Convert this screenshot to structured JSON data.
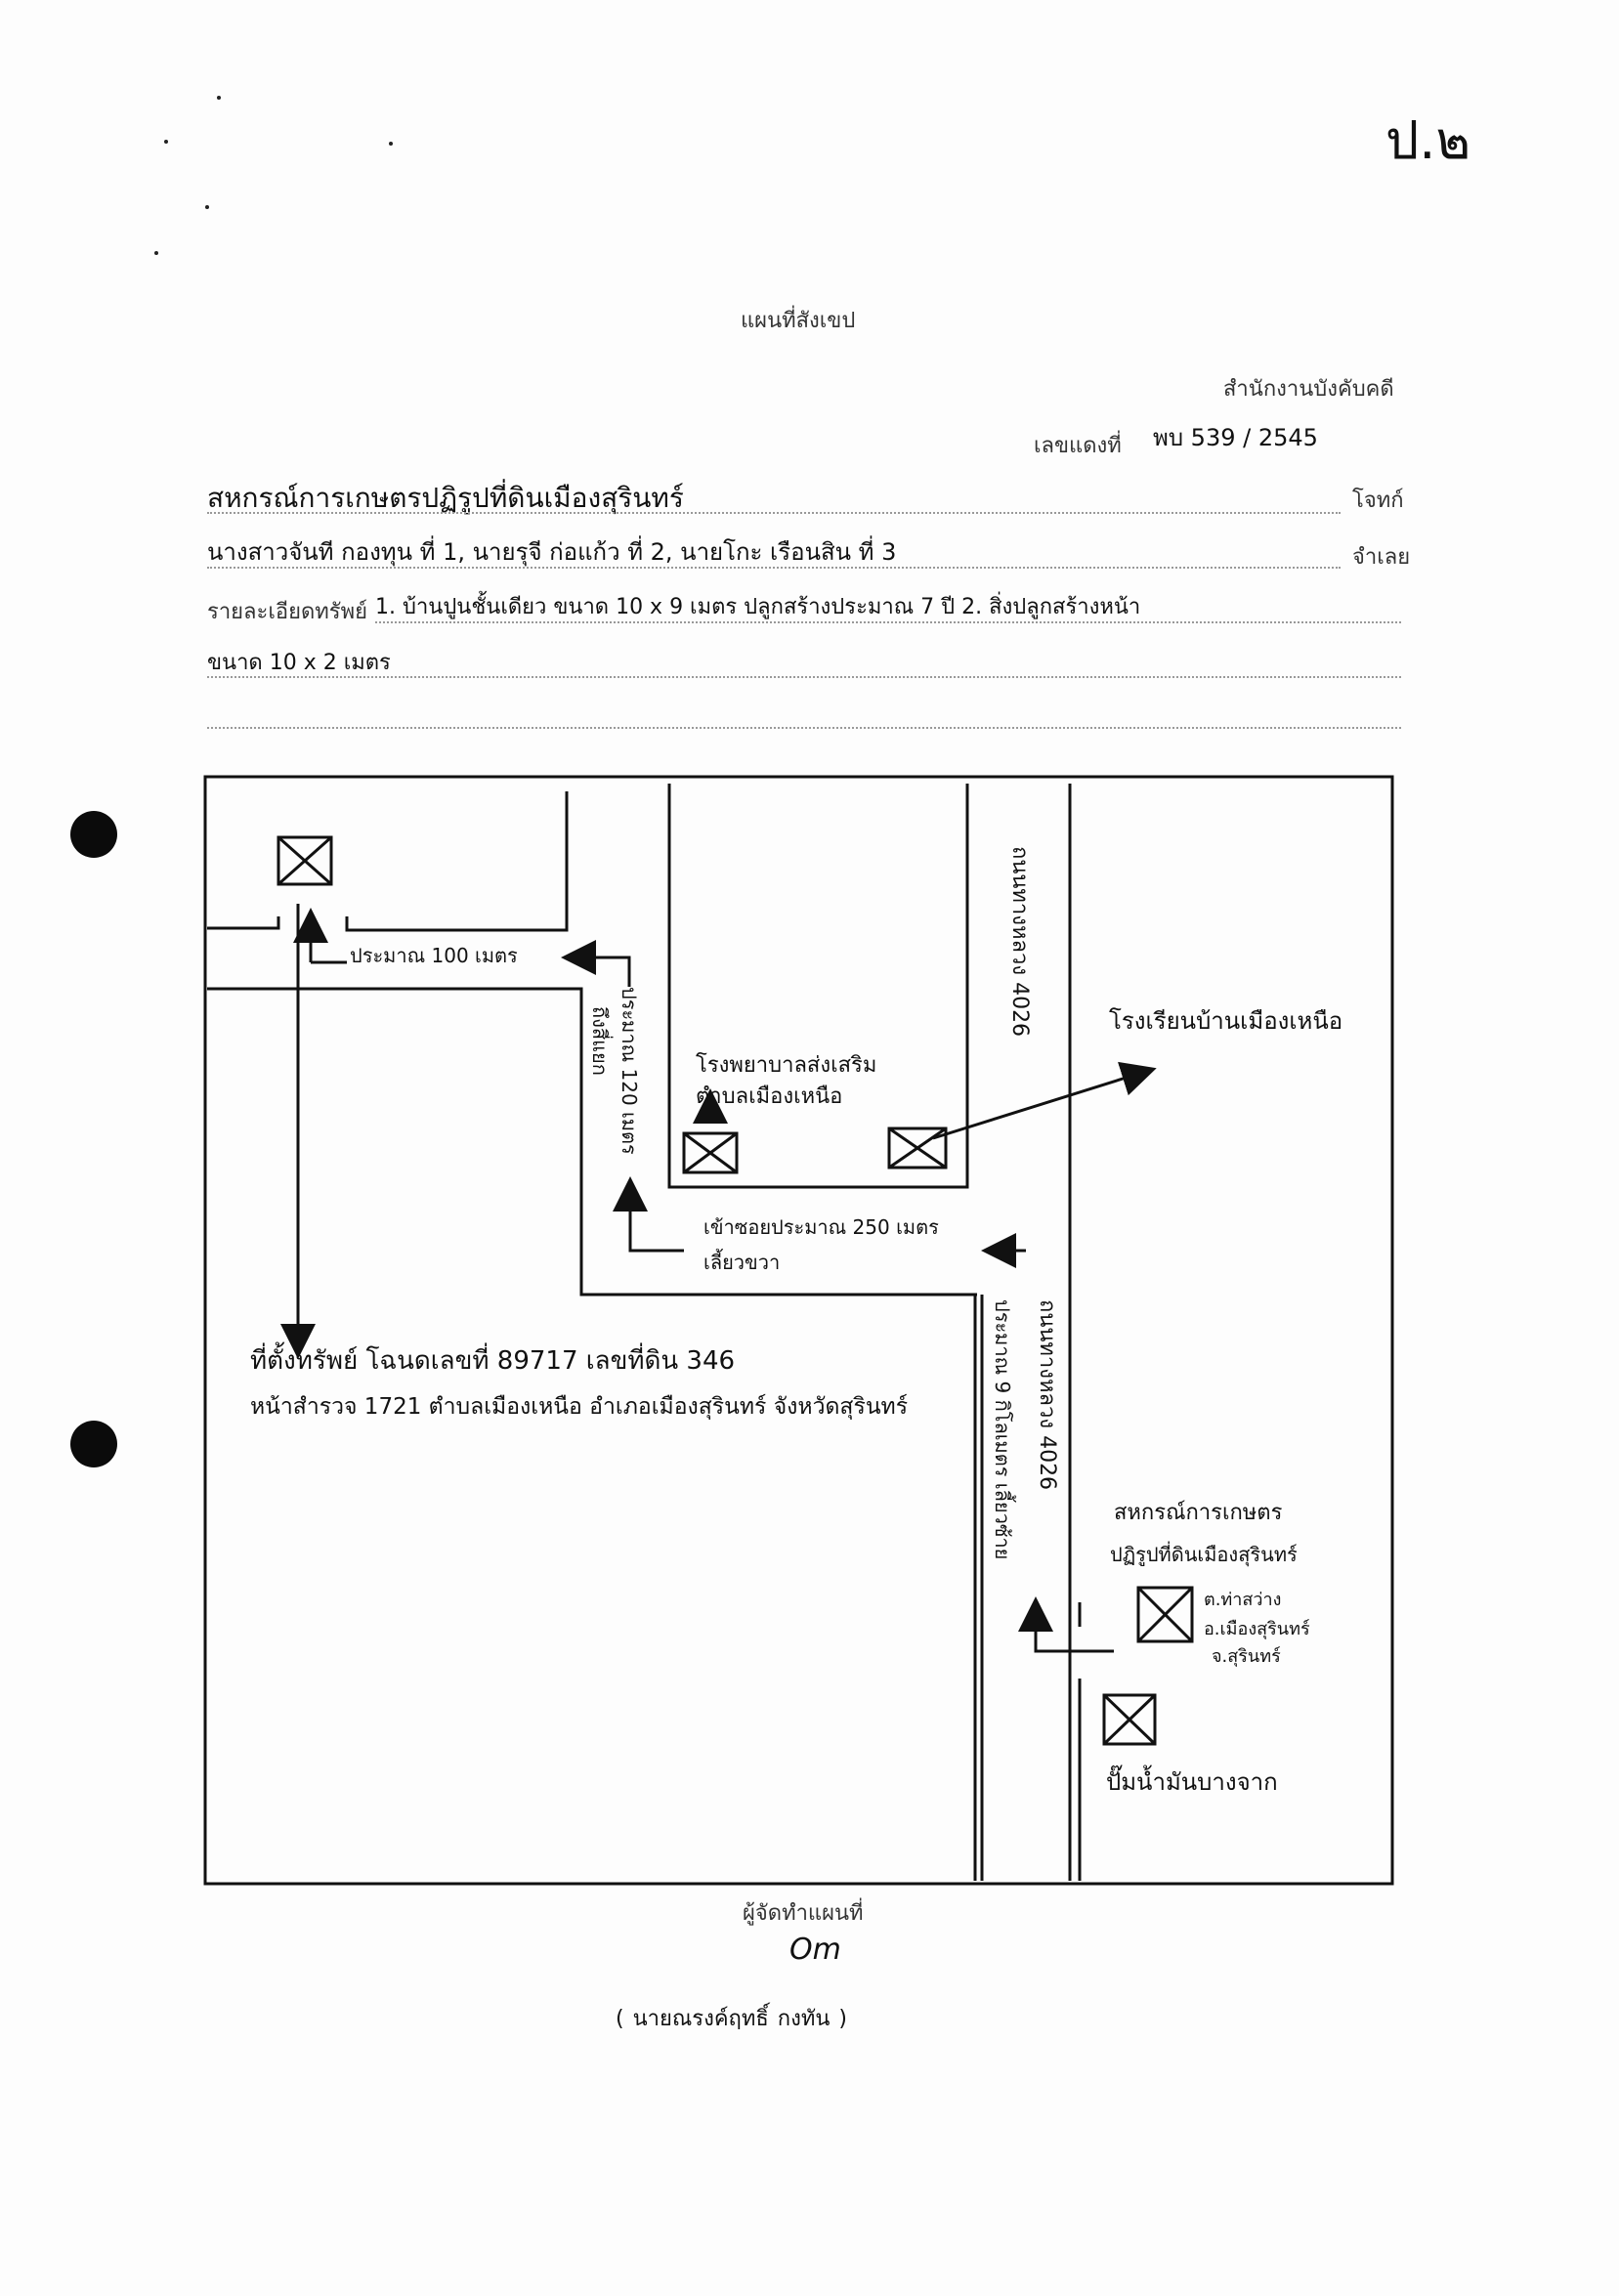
{
  "page_mark": "ป.๒",
  "header": {
    "title": "แผนที่สังเขป",
    "office": "สำนักงานบังคับคดี",
    "case_label": "เลขแดงที่",
    "case_value": "พบ 539 / 2545"
  },
  "parties": {
    "plaintiff_value": "สหกรณ์การเกษตรปฏิรูปที่ดินเมืองสุรินทร์",
    "plaintiff_label": "โจทก์",
    "defendant_value": "นางสาวจันที กองทุน ที่ 1, นายรุจี ก่อแก้ว ที่ 2, นายโกะ เรือนสิน ที่ 3",
    "defendant_label": "จำเลย"
  },
  "property": {
    "label": "รายละเอียดทรัพย์",
    "line1": "1. บ้านปูนชั้นเดียว ขนาด 10 x 9 เมตร ปลูกสร้างประมาณ 7 ปี   2. สิ่งปลูกสร้างหน้า",
    "line2": "ขนาด 10 x 2 เมตร"
  },
  "map": {
    "label_100m": "ประมาณ 100 เมตร",
    "label_120m": "ประมาณ 120 เมตร",
    "label_120m_b": "ถึงสี่แยก",
    "school_line1": "โรงพยาบาลส่งเสริม",
    "school_line2": "ตำบลเมืองเหนือ",
    "road_4026_top": "ถนนทางหลวง 4026",
    "shop_label": "โรงเรียนบ้านเมืองเหนือ",
    "road_250m": "เข้าซอยประมาณ 250 เมตร",
    "road_250m_b": "เลี้ยวขวา",
    "location_line1": "ที่ตั้งทรัพย์ โฉนดเลขที่ 89717 เลขที่ดิน 346",
    "location_line2": "หน้าสำรวจ 1721 ตำบลเมืองเหนือ อำเภอเมืองสุรินทร์ จังหวัดสุรินทร์",
    "road_4026_bottom": "ถนนทางหลวง 4026",
    "distance_9km": "ประมาณ 9 กิโลเมตร เลี้ยวซ้าย",
    "coop_line1": "สหกรณ์การเกษตร",
    "coop_line2": "ปฏิรูปที่ดินเมืองสุรินทร์",
    "coop_addr1": "ต.ท่าสว่าง",
    "coop_addr2": "อ.เมืองสุรินทร์",
    "coop_addr3": "จ.สุรินทร์",
    "gas_station": "ปั๊มน้ำมันบางจาก"
  },
  "footer": {
    "maker_label": "ผู้จัดทำแผนที่",
    "signature": "Om",
    "name_line": "( นายณรงค์ฤทธิ์      กงทัน )"
  }
}
